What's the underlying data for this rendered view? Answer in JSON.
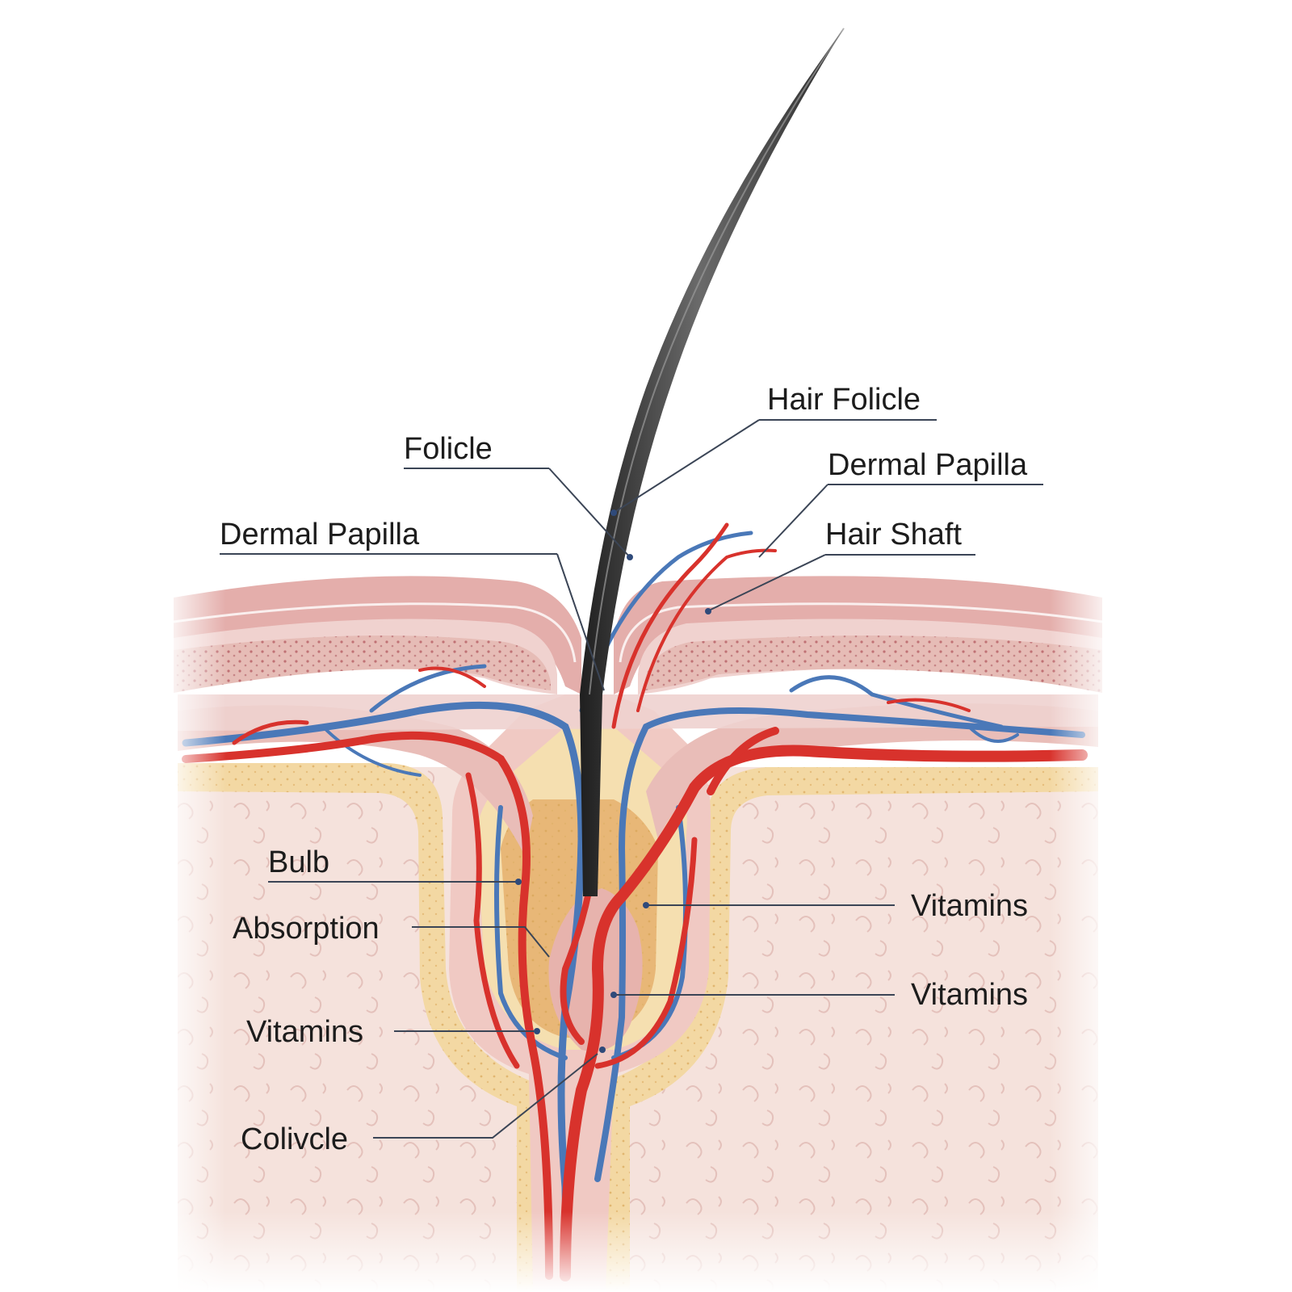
{
  "diagram": {
    "labels": {
      "folicle": "Folicle",
      "hair_folicle": "Hair Folicle",
      "dermal_papilla_left": "Dermal Papilla",
      "dermal_papilla_right": "Dermal Papilla",
      "hair_shaft": "Hair Shaft",
      "bulb": "Bulb",
      "absorption": "Absorption",
      "vitamins_left": "Vitamins",
      "colivcle": "Colivcle",
      "vitamins_right_upper": "Vitamins",
      "vitamins_right_lower": "Vitamins"
    },
    "colors": {
      "artery": "#d8322c",
      "vein": "#4a78b8",
      "hair": "#3a3a3a",
      "epidermis": "#e2a9a7",
      "dermis": "#f3dcd6",
      "fat_layer": "#f2d9a8",
      "leader_line": "#3b4556"
    }
  }
}
